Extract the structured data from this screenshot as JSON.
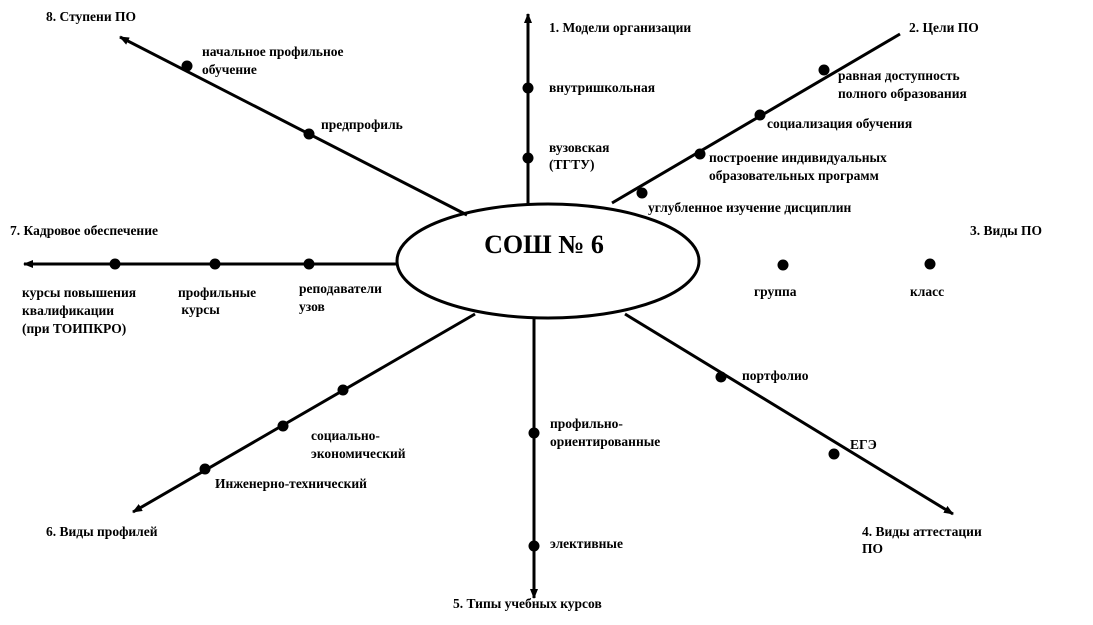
{
  "center": {
    "label": "СОШ № 6"
  },
  "branches": {
    "models": {
      "title": "1. Модели организации",
      "items": [
        "внутришкольная",
        "вузовская",
        "(ТГТУ)"
      ]
    },
    "goals": {
      "title": "2. Цели  ПО",
      "items": [
        "равная доступность",
        "полного образования",
        "социализация обучения",
        "построение индивидуальных",
        "образовательных программ",
        "углубленное изучение дисциплин"
      ]
    },
    "types": {
      "title": "3. Виды  ПО",
      "items": [
        "группа",
        "класс"
      ]
    },
    "attestation": {
      "title_line1": "4. Виды аттестации",
      "title_line2": "ПО",
      "items": [
        "портфолио",
        "ЕГЭ"
      ]
    },
    "courses": {
      "title": "5. Типы учебных курсов",
      "items": [
        "профильно-",
        "ориентированные",
        "элективные"
      ]
    },
    "profiles": {
      "title": "6. Виды профилей",
      "items": [
        "социально-",
        "экономический",
        "Инженерно-технический"
      ]
    },
    "staff": {
      "title": "7.  Кадровое обеспечение",
      "items": [
        "курсы повышения",
        "квалификации",
        "(при ТОИПКРО)",
        "профильные",
        " курсы",
        "реподаватели",
        "узов"
      ]
    },
    "stages": {
      "title": "8. Ступени  ПО",
      "items": [
        "начальное профильное",
        "обучение",
        "предпрофиль"
      ]
    }
  }
}
